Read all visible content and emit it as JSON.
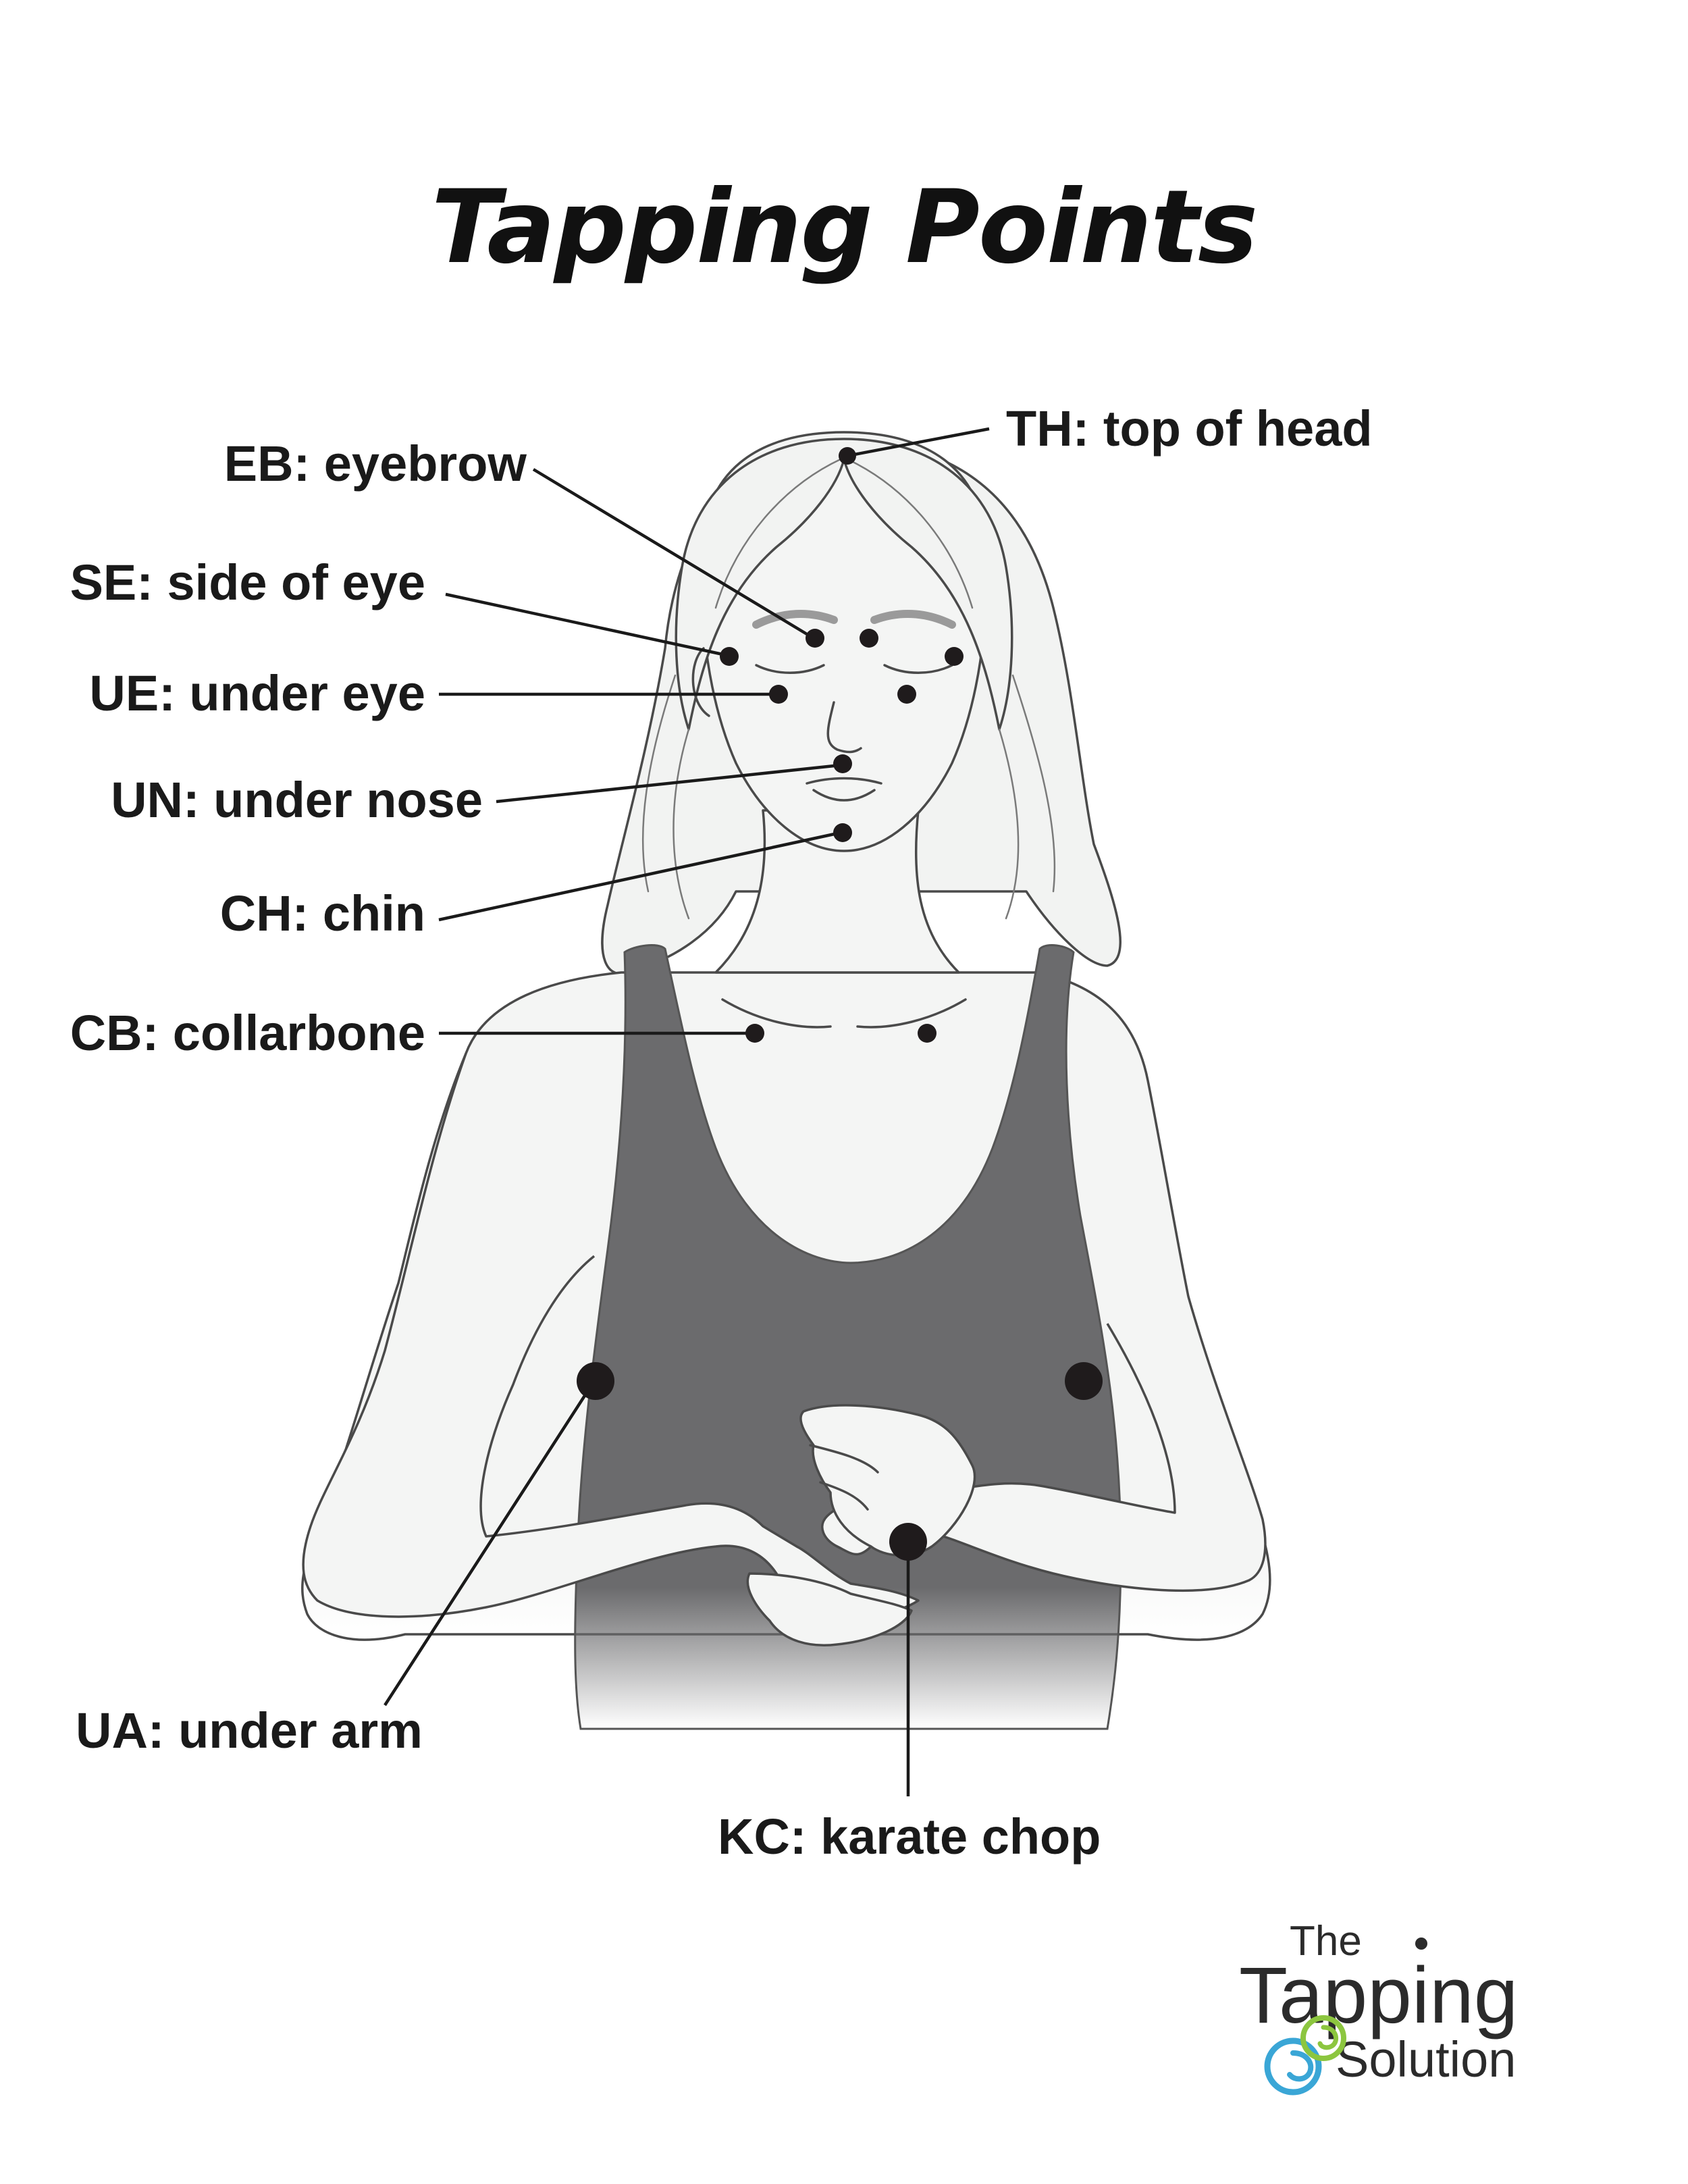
{
  "title": "Tapping Points",
  "points": [
    {
      "code": "TH",
      "label": "TH: top of head"
    },
    {
      "code": "EB",
      "label": "EB: eyebrow"
    },
    {
      "code": "SE",
      "label": "SE: side of eye"
    },
    {
      "code": "UE",
      "label": "UE: under eye"
    },
    {
      "code": "UN",
      "label": "UN: under nose"
    },
    {
      "code": "CH",
      "label": "CH: chin"
    },
    {
      "code": "CB",
      "label": "CB: collarbone"
    },
    {
      "code": "UA",
      "label": "UA: under arm"
    },
    {
      "code": "KC",
      "label": "KC: karate chop"
    }
  ],
  "logo": {
    "line1": "The",
    "line2": "Tapping",
    "line3": "Solution"
  },
  "colors": {
    "shirt": "#6b6b6d",
    "skin": "#f4f5f4",
    "dot": "#1f1b1c",
    "brow": "#9a9a9a",
    "logo_swirl_blue": "#3aa6d6",
    "logo_swirl_green": "#8cc63f"
  }
}
